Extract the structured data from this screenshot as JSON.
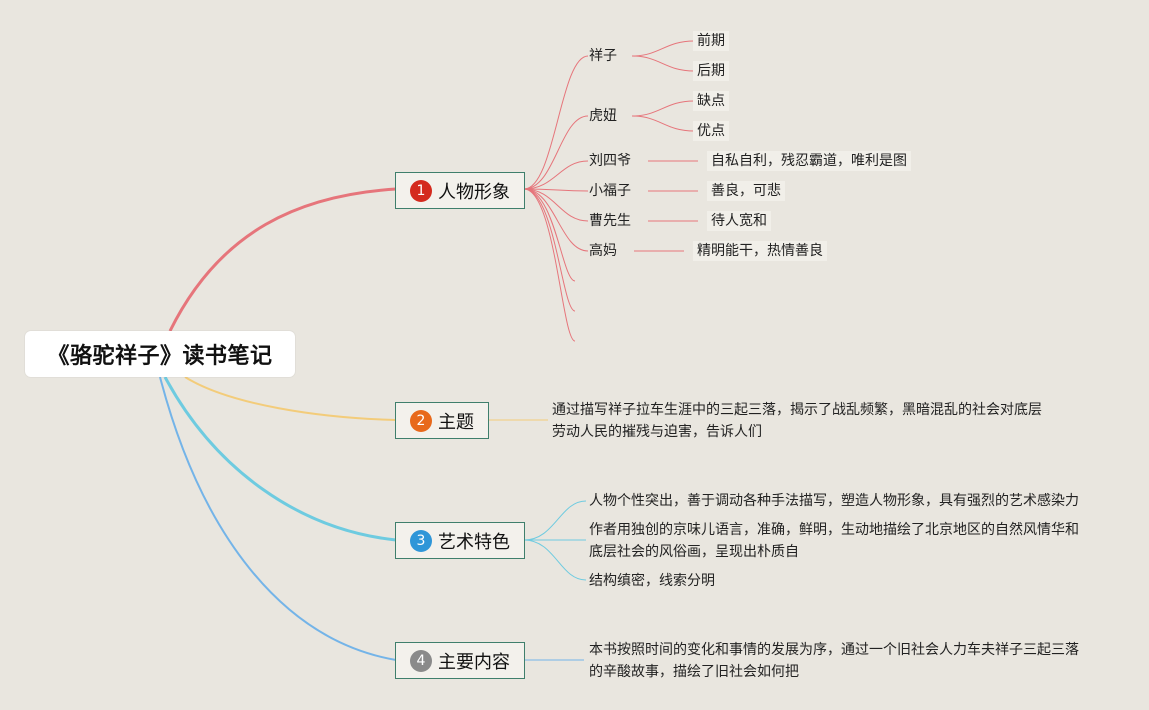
{
  "central": {
    "title": "《骆驼祥子》读书笔记"
  },
  "colors": {
    "background": "#e9e6df",
    "branch1": "#e6757b",
    "branch2": "#f3cc7a",
    "branch3": "#6ecbe0",
    "branch4": "#74b4e8",
    "badge1": "#d42a1e",
    "badge2": "#e8691b",
    "badge3": "#2f96d8",
    "badge4": "#8a8a8a",
    "node_border": "#3f7f6c"
  },
  "branches": [
    {
      "num": "1",
      "label": "人物形象"
    },
    {
      "num": "2",
      "label": "主题"
    },
    {
      "num": "3",
      "label": "艺术特色"
    },
    {
      "num": "4",
      "label": "主要内容"
    }
  ],
  "characters": {
    "xiangzi": {
      "name": "祥子",
      "items": [
        "前期",
        "后期"
      ]
    },
    "huniu": {
      "name": "虎妞",
      "items": [
        "缺点",
        "优点"
      ]
    },
    "liusiye": {
      "name": "刘四爷",
      "desc": "自私自利，残忍霸道，唯利是图"
    },
    "xiaofuzi": {
      "name": "小福子",
      "desc": "善良，可悲"
    },
    "caoxiansheng": {
      "name": "曹先生",
      "desc": "待人宽和"
    },
    "gaoma": {
      "name": "高妈",
      "desc": "精明能干，热情善良"
    }
  },
  "theme": {
    "line1": "通过描写祥子拉车生涯中的三起三落，揭示了战乱频繁，黑暗混乱的社会对底层",
    "line2": "劳动人民的摧残与迫害，告诉人们"
  },
  "art": {
    "item1": "人物个性突出，善于调动各种手法描写，塑造人物形象，具有强烈的艺术感染力",
    "item2_line1": "作者用独创的京味儿语言，准确，鲜明，生动地描绘了北京地区的自然风情华和",
    "item2_line2": "底层社会的风俗画，呈现出朴质自",
    "item3": "结构缜密，线索分明"
  },
  "content": {
    "line1": "本书按照时间的变化和事情的发展为序，通过一个旧社会人力车夫祥子三起三落",
    "line2": "的辛酸故事，描绘了旧社会如何把"
  }
}
